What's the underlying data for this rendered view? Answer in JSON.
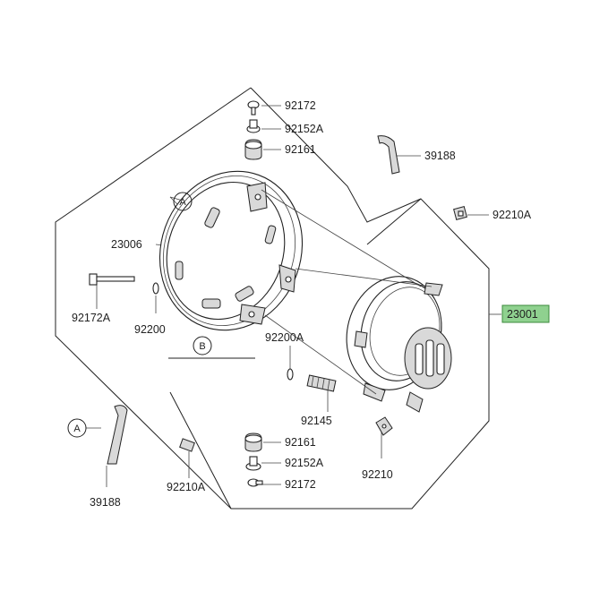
{
  "labels": {
    "p92172_top": "92172",
    "p92152A_top": "92152A",
    "p92161_top": "92161",
    "p39188_top": "39188",
    "p92210A_right": "92210A",
    "p23006": "23006",
    "p23001": "23001",
    "p92172A": "92172A",
    "p92200": "92200",
    "p92200A": "92200A",
    "p92145": "92145",
    "p92161_bot": "92161",
    "p92152A_bot": "92152A",
    "p92172_bot": "92172",
    "p92210": "92210",
    "p39188_bot": "39188",
    "p92210A_bot": "92210A"
  },
  "callouts": {
    "a_top": "A",
    "b": "B",
    "a_bottom": "A"
  },
  "colors": {
    "highlight_fill": "#8fd18f",
    "line": "#222222"
  }
}
